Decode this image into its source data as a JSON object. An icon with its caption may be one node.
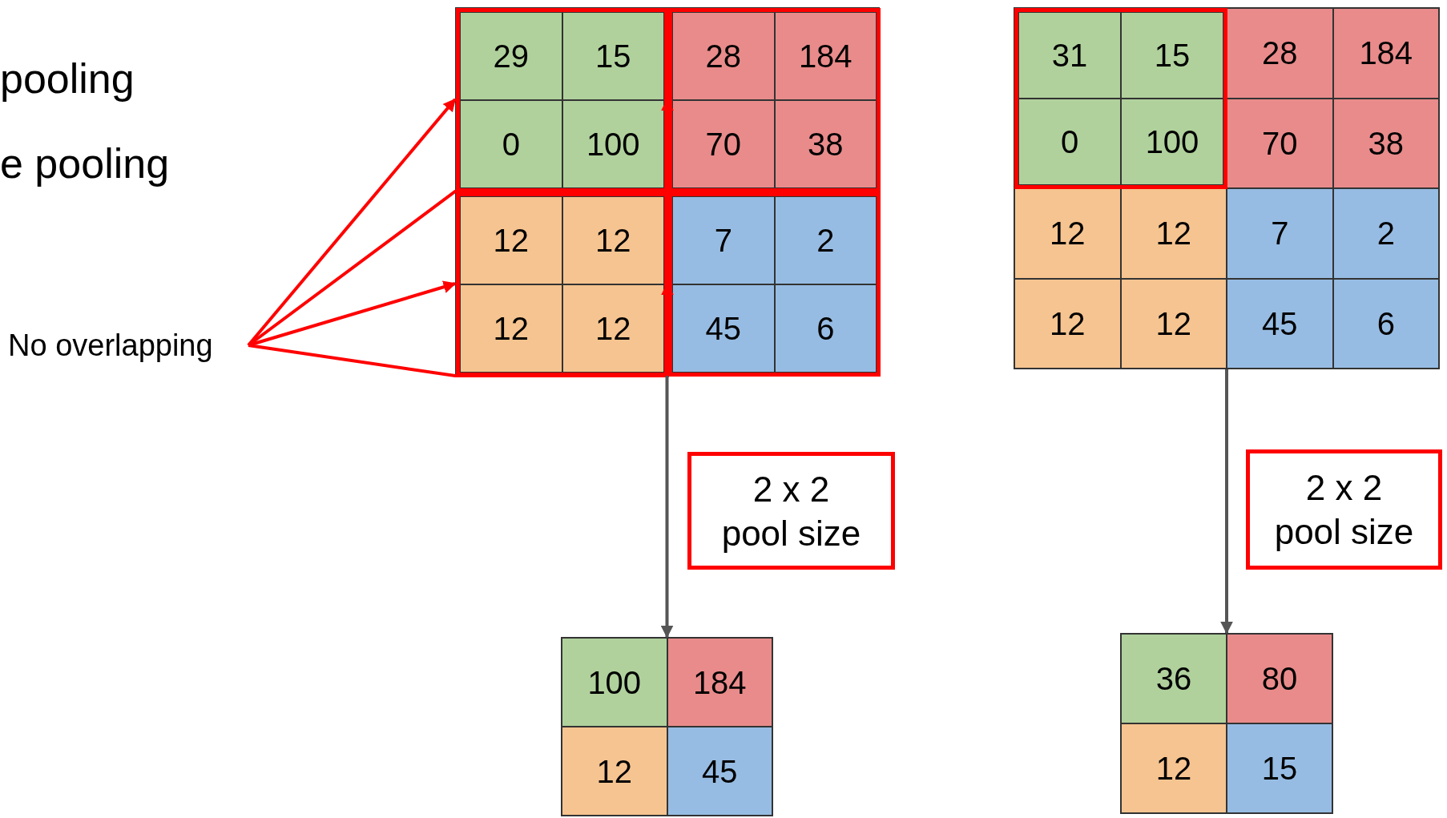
{
  "diagram": {
    "nodes": [
      {
        "text": [
          "No overlapping"
        ]
      },
      {
        "text": [],
        "shape": "box"
      },
      {
        "text": [
          "29",
          "15",
          "0",
          "100"
        ],
        "in": 1
      },
      {
        "text": [
          "28",
          "184",
          "70",
          "38"
        ],
        "in": 1
      },
      {
        "text": [
          "12",
          "12",
          "12",
          "12"
        ],
        "in": 1
      },
      {
        "text": [
          "7",
          "2",
          "45",
          "6"
        ],
        "in": 1
      },
      {
        "text": [
          "2 x 2 pool size"
        ]
      },
      {
        "text": [
          "100",
          "184",
          "12",
          "45"
        ]
      },
      {
        "text": [
          "28",
          "184",
          "70",
          "38",
          "12",
          "12",
          "7",
          "2",
          "12",
          "12",
          "45",
          "6"
        ]
      },
      {
        "text": [
          "31",
          "15",
          "0",
          "100"
        ],
        "in": 8
      },
      {
        "text": [
          "2 x 2 pool size"
        ]
      },
      {
        "text": [
          "36",
          "80",
          "12",
          "15"
        ]
      }
    ],
    "edges": [
      {
        "from": 0,
        "to": 2,
        "arrow": "to"
      },
      {
        "from": 0,
        "to": 3,
        "arrow": "to"
      },
      {
        "from": 0,
        "to": 4,
        "arrow": "to"
      },
      {
        "from": 0,
        "to": 5,
        "arrow": "to"
      },
      {
        "from": 1,
        "to": 7,
        "arrow": "to",
        "color": "#555555"
      },
      {
        "from": 8,
        "to": 11,
        "arrow": "to",
        "color": "#555555"
      }
    ],
    "labels": [
      "pooling",
      "e pooling"
    ]
  }
}
